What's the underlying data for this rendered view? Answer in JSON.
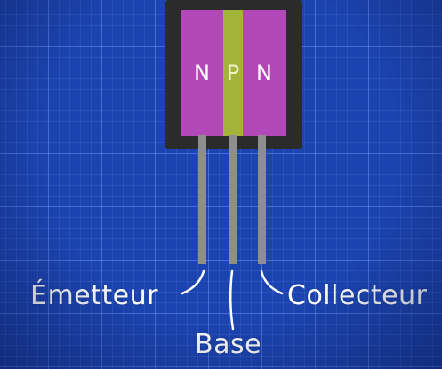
{
  "colors": {
    "background": "#1c44b0",
    "package": "#2b2b2b",
    "n_region": "#b247b8",
    "p_region": "#a2b53a",
    "lead": "#8e8e8e",
    "text": "#ffffff"
  },
  "transistor": {
    "regions": [
      {
        "id": "emitter-region",
        "letter": "N"
      },
      {
        "id": "base-region",
        "letter": "P"
      },
      {
        "id": "collector-region",
        "letter": "N"
      }
    ]
  },
  "labels": {
    "emitter": "Émetteur",
    "base": "Base",
    "collector": "Collecteur"
  }
}
